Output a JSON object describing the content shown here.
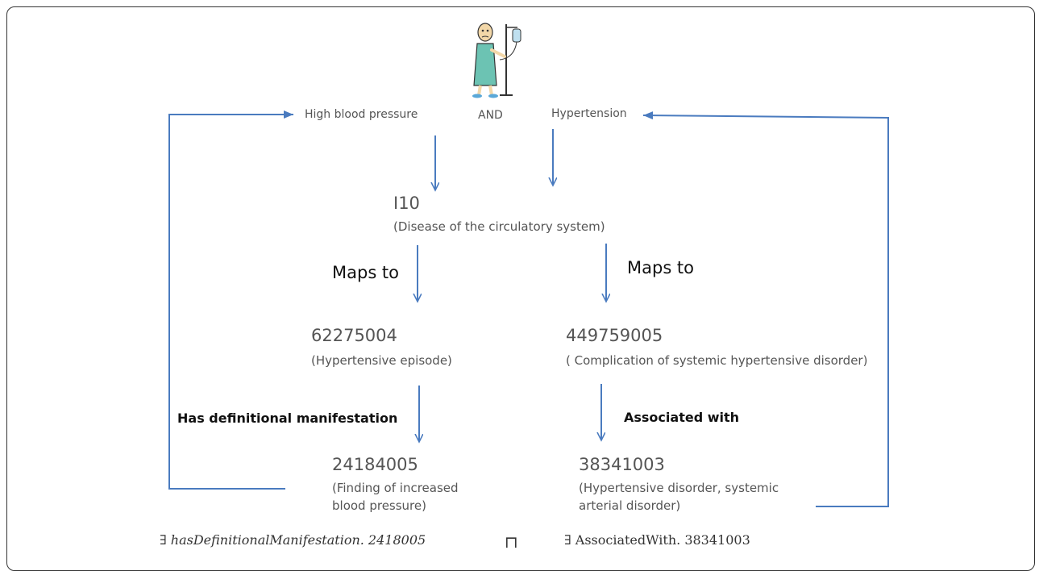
{
  "top": {
    "left_term": "High blood pressure",
    "connector": "AND",
    "right_term": "Hypertension"
  },
  "icd": {
    "code": "I10",
    "description": "(Disease of the circulatory system)"
  },
  "left_branch": {
    "relation": "Maps to",
    "code": "62275004",
    "description": "(Hypertensive episode)",
    "attribute": "Has definitional  manifestation",
    "target_code": "24184005",
    "target_description_line1": "(Finding of increased",
    "target_description_line2": "blood pressure)"
  },
  "right_branch": {
    "relation": "Maps to",
    "code": "449759005",
    "description": "( Complication of systemic hypertensive disorder)",
    "attribute": "Associated with",
    "target_code": "38341003",
    "target_description_line1": "(Hypertensive disorder, systemic",
    "target_description_line2": "arterial disorder)"
  },
  "formula": {
    "left": "∃ hasDefinitionalManifestation. 2418005",
    "operator": "⊓",
    "right": "∃ AssociatedWith. 38341003"
  },
  "colors": {
    "arrow": "#4a7bbf",
    "text": "#555555",
    "strong_text": "#111111"
  },
  "icons": [
    "patient-iv-icon"
  ]
}
